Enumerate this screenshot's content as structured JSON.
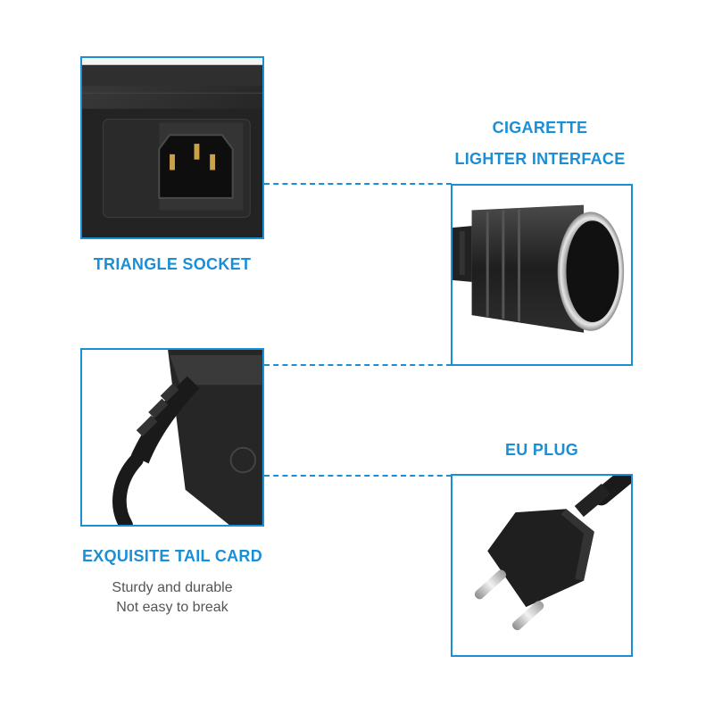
{
  "colors": {
    "accent": "#1a8fd6",
    "subtext": "#555555"
  },
  "panels": {
    "triangle_socket": {
      "label": "TRIANGLE SOCKET",
      "icon": "c14-socket-icon"
    },
    "cigarette_lighter": {
      "label_line1": "CIGARETTE",
      "label_line2": "LIGHTER INTERFACE",
      "icon": "cigarette-lighter-socket-icon"
    },
    "tail_card": {
      "label": "EXQUISITE TAIL CARD",
      "desc_line1": "Sturdy and durable",
      "desc_line2": "Not easy to break",
      "icon": "cable-strain-relief-icon"
    },
    "eu_plug": {
      "label": "EU PLUG",
      "icon": "eu-plug-icon"
    }
  }
}
